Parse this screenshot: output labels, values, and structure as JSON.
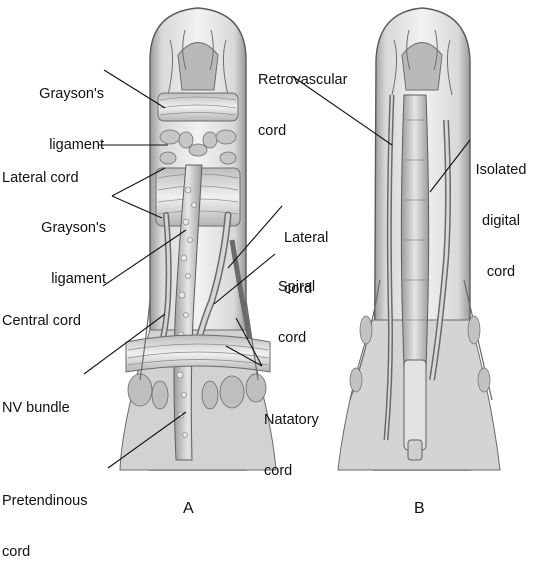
{
  "colors": {
    "background": "#ffffff",
    "ink": "#111111",
    "skin_light": "#ececec",
    "skin_mid": "#c9c9c9",
    "skin_dark": "#8a8a8a"
  },
  "panels": {
    "a": {
      "letter": "A"
    },
    "b": {
      "letter": "B"
    }
  },
  "labels": {
    "graysons_top": {
      "line1": "Grayson's",
      "line2": "ligament"
    },
    "lateral_cord_left": {
      "line1": "Lateral cord"
    },
    "graysons_mid": {
      "line1": "Grayson's",
      "line2": "ligament"
    },
    "central_cord": {
      "line1": "Central cord"
    },
    "nv_bundle": {
      "line1": "NV bundle"
    },
    "pretendinous_cord": {
      "line1": "Pretendinous",
      "line2": "cord"
    },
    "lateral_cord_right": {
      "line1": "Lateral",
      "line2": "cord"
    },
    "spiral_cord": {
      "line1": "Spiral",
      "line2": "cord"
    },
    "natatory_cord": {
      "line1": "Natatory",
      "line2": "cord"
    },
    "retrovascular_cord": {
      "line1": "Retrovascular",
      "line2": "cord"
    },
    "isolated_digital_cord": {
      "line1": "Isolated",
      "line2": "digital",
      "line3": "cord"
    }
  }
}
